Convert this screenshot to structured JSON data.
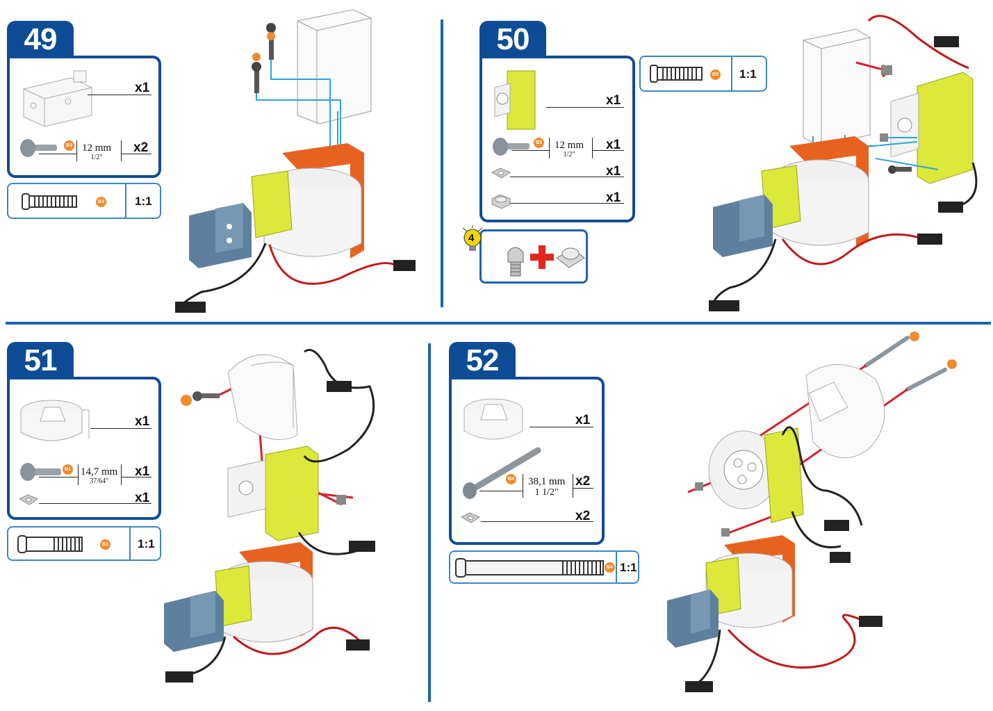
{
  "steps": [
    {
      "number": "49",
      "parts": [
        {
          "qty": "x1"
        },
        {
          "badge": "B3",
          "length": "12 mm",
          "length_in": "1/2\"",
          "qty": "x2"
        }
      ],
      "scale": {
        "badge": "B3",
        "ratio": "1:1"
      }
    },
    {
      "number": "50",
      "parts": [
        {
          "qty": "x1"
        },
        {
          "badge": "B3",
          "length": "12 mm",
          "length_in": "1/2\"",
          "qty": "x1"
        },
        {
          "qty": "x1"
        },
        {
          "qty": "x1"
        }
      ],
      "scale": {
        "badge": "B3",
        "ratio": "1:1"
      },
      "tip": {
        "number": "4"
      }
    },
    {
      "number": "51",
      "parts": [
        {
          "qty": "x1"
        },
        {
          "badge": "B1",
          "length": "14,7 mm",
          "length_in": "37/64\"",
          "qty": "x1"
        },
        {
          "qty": "x1"
        }
      ],
      "scale": {
        "badge": "B1",
        "ratio": "1:1"
      }
    },
    {
      "number": "52",
      "parts": [
        {
          "qty": "x1"
        },
        {
          "badge": "B4",
          "length": "38,1 mm",
          "length_in": "1 1/2\"",
          "qty": "x2"
        },
        {
          "qty": "x2"
        }
      ],
      "scale": {
        "badge": "B4",
        "ratio": "1:1"
      }
    }
  ],
  "colors": {
    "frame_blue": "#0e4d96",
    "guide_blue": "#29a3df",
    "guide_red": "#d8202a",
    "servo_yellow": "#dce83a",
    "bracket_orange": "#e8621f",
    "plate_slate": "#5f7f9e",
    "badge_orange": "#f08a2c"
  },
  "icons": [
    "bracket-icon",
    "screw-icon",
    "servo-icon",
    "square-nut-icon",
    "lock-nut-icon",
    "long-bolt-icon",
    "servo-horn-cap-icon",
    "lightbulb-icon"
  ]
}
